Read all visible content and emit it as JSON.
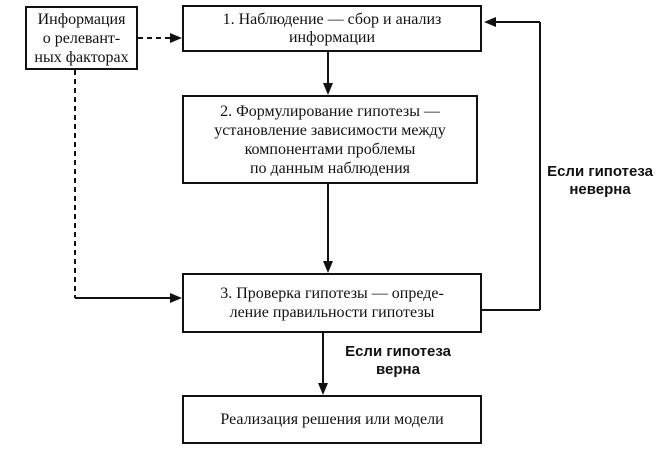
{
  "info_box": {
    "lines": [
      "Информация",
      "о релевант-",
      "ных факторах"
    ]
  },
  "step1": {
    "lines": [
      "1. Наблюдение — сбор и анализ",
      "информации"
    ]
  },
  "step2": {
    "lines": [
      "2. Формулирование гипотезы —",
      "установление зависимости между",
      "компонентами проблемы",
      "по данным наблюдения"
    ]
  },
  "step3": {
    "lines": [
      "3. Проверка гипотезы — опреде-",
      "ление правильности гипотезы"
    ]
  },
  "final": {
    "lines": [
      "Реализация решения или модели"
    ]
  },
  "label_false": {
    "lines": [
      "Если гипотеза",
      "неверна"
    ]
  },
  "label_true": {
    "lines": [
      "Если гипотеза",
      "верна"
    ]
  }
}
